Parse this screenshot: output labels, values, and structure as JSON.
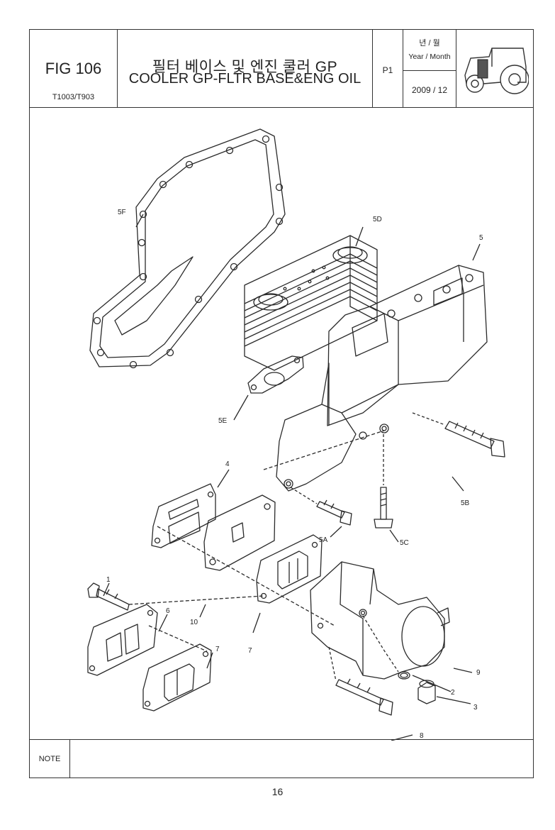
{
  "header": {
    "fig_label": "FIG 106",
    "model": "T1003/T903",
    "title_korean": "필터 베이스 및 엔진 쿨러 GP",
    "title_english": "COOLER GP-FLTR BASE&ENG OIL",
    "page": "P1",
    "year_month_korean": "년 / 월",
    "year_month_english": "Year / Month",
    "date": "2009  / 12"
  },
  "callouts": {
    "c5F": "5F",
    "c5D": "5D",
    "c5": "5",
    "c5E": "5E",
    "c4": "4",
    "c5B": "5B",
    "c5A": "5A",
    "c5C": "5C",
    "c1": "1",
    "c6": "6",
    "c10": "10",
    "c7a": "7",
    "c7b": "7",
    "c9": "9",
    "c2": "2",
    "c3": "3",
    "c8": "8"
  },
  "footer": {
    "note_label": "NOTE",
    "note_text": "",
    "page_number": "16"
  }
}
